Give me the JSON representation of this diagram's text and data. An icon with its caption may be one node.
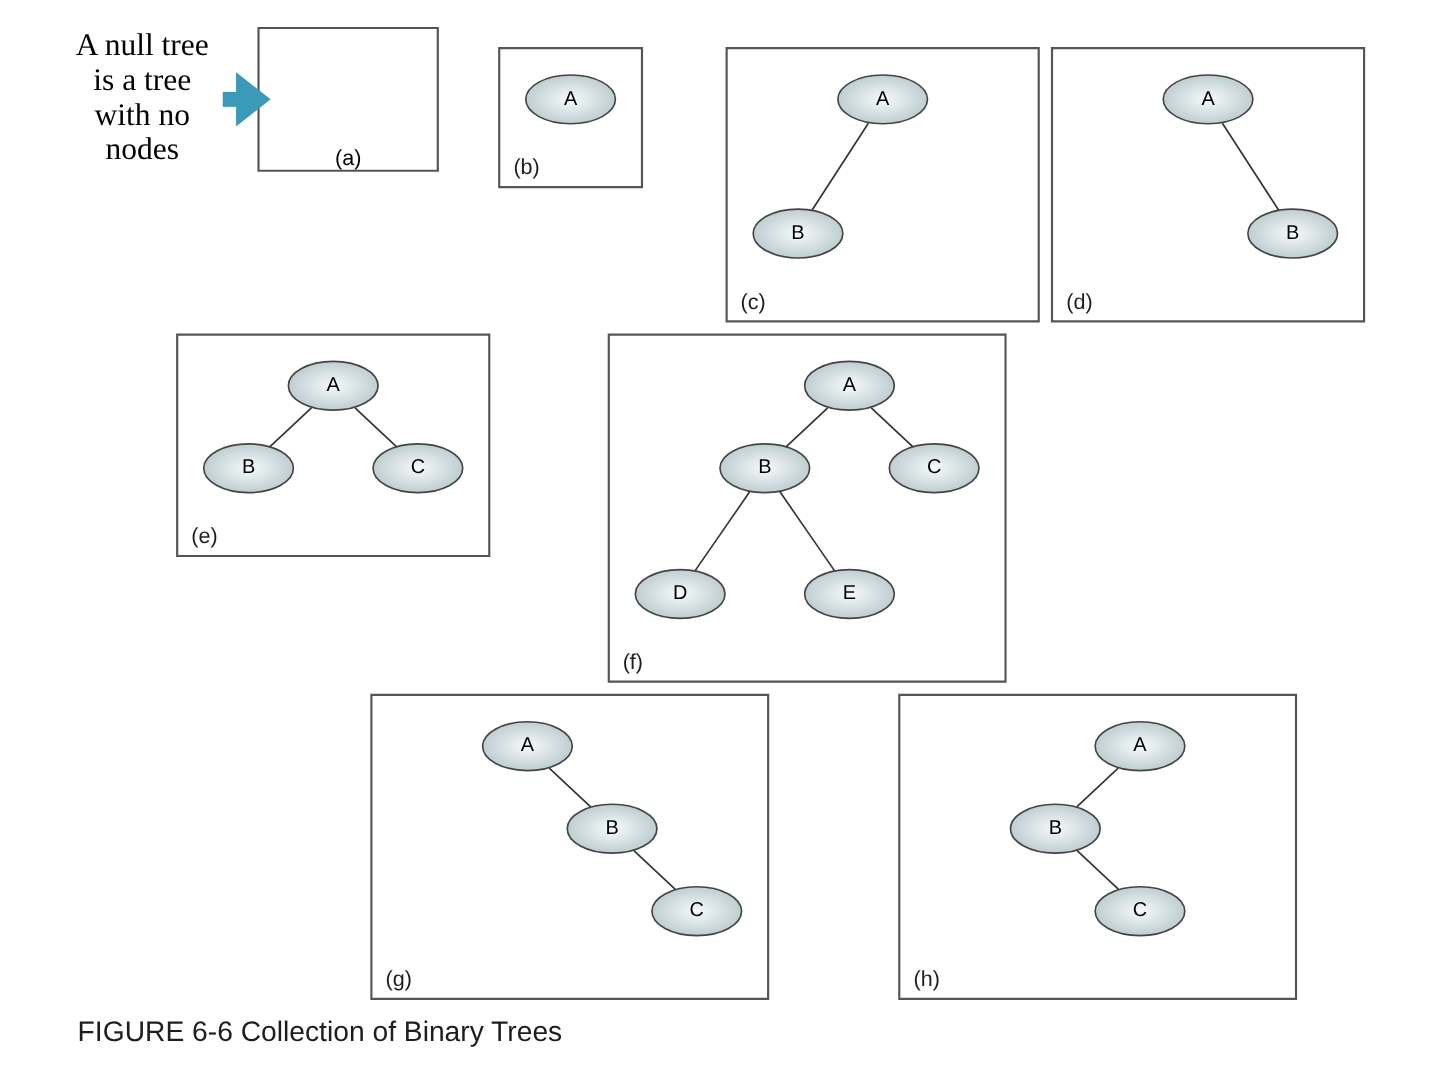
{
  "diagram": {
    "caption": "FIGURE 6-6 Collection of Binary Trees",
    "nodes": [
      {
        "text": [
          "A null tree is a tree with no nodes"
        ]
      },
      {
        "text": [
          "(a)"
        ]
      },
      {
        "text": [
          "(b)"
        ]
      },
      {
        "text": [
          "A"
        ],
        "in": 2
      },
      {
        "text": [
          "(c)"
        ]
      },
      {
        "text": [
          "A"
        ],
        "in": 4
      },
      {
        "text": [
          "B"
        ],
        "in": 4
      },
      {
        "text": [
          "(d)"
        ]
      },
      {
        "text": [
          "A"
        ],
        "in": 7
      },
      {
        "text": [
          "B"
        ],
        "in": 7
      },
      {
        "text": [
          "(e)"
        ]
      },
      {
        "text": [
          "A"
        ],
        "in": 10
      },
      {
        "text": [
          "B"
        ],
        "in": 10
      },
      {
        "text": [
          "C"
        ],
        "in": 10
      },
      {
        "text": [
          "(f)"
        ]
      },
      {
        "text": [
          "A"
        ],
        "in": 14
      },
      {
        "text": [
          "B"
        ],
        "in": 14
      },
      {
        "text": [
          "C"
        ],
        "in": 14
      },
      {
        "text": [
          "D"
        ],
        "in": 14
      },
      {
        "text": [
          "E"
        ],
        "in": 14
      },
      {
        "text": [
          "(g)"
        ]
      },
      {
        "text": [
          "A"
        ],
        "in": 20
      },
      {
        "text": [
          "B"
        ],
        "in": 20
      },
      {
        "text": [
          "C"
        ],
        "in": 20
      },
      {
        "text": [
          "(h)"
        ]
      },
      {
        "text": [
          "A"
        ],
        "in": 24
      },
      {
        "text": [
          "B"
        ],
        "in": 24
      },
      {
        "text": [
          "C"
        ],
        "in": 24
      }
    ],
    "edges": [
      {
        "from": 0,
        "to": 1,
        "arrow": "to",
        "style": "thick",
        "color": "#3a9ab8"
      },
      {
        "from": 5,
        "to": 6,
        "arrow": "none"
      },
      {
        "from": 8,
        "to": 9,
        "arrow": "none"
      },
      {
        "from": 11,
        "to": 12,
        "arrow": "none"
      },
      {
        "from": 11,
        "to": 13,
        "arrow": "none"
      },
      {
        "from": 15,
        "to": 16,
        "arrow": "none"
      },
      {
        "from": 15,
        "to": 17,
        "arrow": "none"
      },
      {
        "from": 16,
        "to": 18,
        "arrow": "none"
      },
      {
        "from": 16,
        "to": 19,
        "arrow": "none"
      },
      {
        "from": 21,
        "to": 22,
        "arrow": "none"
      },
      {
        "from": 22,
        "to": 23,
        "arrow": "none"
      },
      {
        "from": 25,
        "to": 26,
        "arrow": "none"
      },
      {
        "from": 26,
        "to": 27,
        "arrow": "none"
      }
    ]
  }
}
